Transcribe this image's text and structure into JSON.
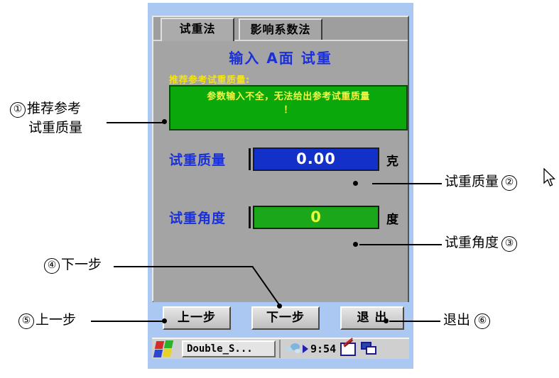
{
  "device": {
    "tabs": [
      {
        "label": "试重法",
        "active": true
      },
      {
        "label": "影响系数法",
        "active": false
      }
    ],
    "page": {
      "heading": "输入 A面 试重",
      "recommend_label": "推荐参考试重质量:",
      "recommend_message_line1": "参数输入不全，无法给出参考试重质量",
      "recommend_message_line2": "！",
      "fields": [
        {
          "label": "试重质量",
          "value": "0.00",
          "unit": "克",
          "box_color": "#1330c8",
          "text_color": "#ffffff"
        },
        {
          "label": "试重角度",
          "value": "0",
          "unit": "度",
          "box_color": "#1aa81a",
          "text_color": "#eaff3c"
        }
      ]
    },
    "buttons": [
      {
        "label": "上一步"
      },
      {
        "label": "下一步"
      },
      {
        "label": "退 出"
      }
    ],
    "taskbar": {
      "start_icon": "windows-flag-icon",
      "task_button_label": "Double_S...",
      "tray_media_icon": "media-cloud-icon",
      "tray_play_icon": "play-triangle-icon",
      "clock": "9:54",
      "tray_input_panel_icon": "input-panel-pen-icon",
      "tray_cascade_icon": "cascade-windows-icon"
    }
  },
  "annotations": [
    {
      "number": "①",
      "line1": "推荐参考",
      "line2": "试重质量"
    },
    {
      "number": "②",
      "text": "试重质量"
    },
    {
      "number": "③",
      "text": "试重角度"
    },
    {
      "number": "④",
      "text": "下一步"
    },
    {
      "number": "⑤",
      "text": "上一步"
    },
    {
      "number": "⑥",
      "text": "退出"
    }
  ],
  "colors": {
    "heading_blue": "#1a30d8",
    "label_yellow": "#f2e21a",
    "panel_gray": "#a4a4a4",
    "desktop_blue": "#aac8f2",
    "green_box": "#0aa80a"
  }
}
